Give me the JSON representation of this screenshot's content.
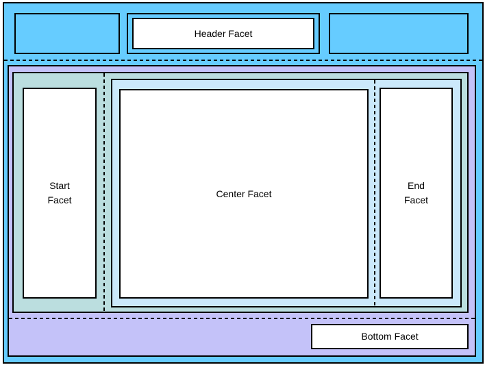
{
  "diagram": {
    "facets": {
      "header": {
        "label": "Header Facet"
      },
      "start": {
        "label": "Start Facet"
      },
      "center": {
        "label": "Center Facet"
      },
      "end": {
        "label": "End Facet"
      },
      "bottom": {
        "label": "Bottom Facet"
      }
    },
    "colors": {
      "outer_band": "#66CCFF",
      "middle_panel": "#C4C2F9",
      "start_area": "#BBDEDF",
      "center_area": "#CBE9FB",
      "facet_box": "#FFFFFF",
      "line": "#000000"
    }
  }
}
